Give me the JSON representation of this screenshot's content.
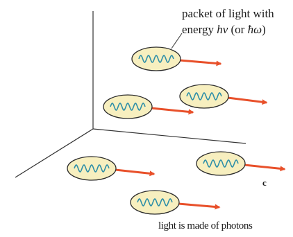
{
  "annotation": {
    "line1": "packet of light with",
    "line2_prefix": "energy ",
    "line2_h": "hν",
    "line2_middle": " (or ",
    "line2_hbar": "ħω",
    "line2_suffix": ")"
  },
  "speed_label": "c",
  "caption": "light is made of photons",
  "photon_count": 6,
  "colors": {
    "packet_fill": "#f7efbf",
    "packet_stroke": "#2b2b2b",
    "wave": "#2f8fa8",
    "arrow": "#e8502a",
    "axes": "#333333"
  }
}
